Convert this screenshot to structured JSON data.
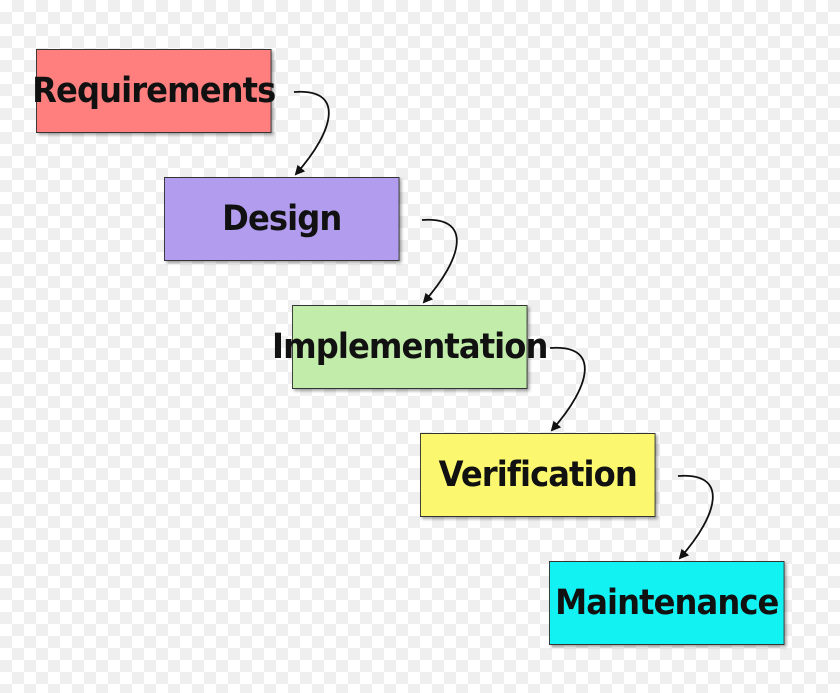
{
  "diagram": {
    "stages": [
      {
        "label": "Requirements",
        "color": "#ff7f7f"
      },
      {
        "label": "Design",
        "color": "#b19ced"
      },
      {
        "label": "Implementation",
        "color": "#c2ecaa"
      },
      {
        "label": "Verification",
        "color": "#fbf86f"
      },
      {
        "label": "Maintenance",
        "color": "#13f2f2"
      }
    ],
    "connector_color": "#111111"
  }
}
